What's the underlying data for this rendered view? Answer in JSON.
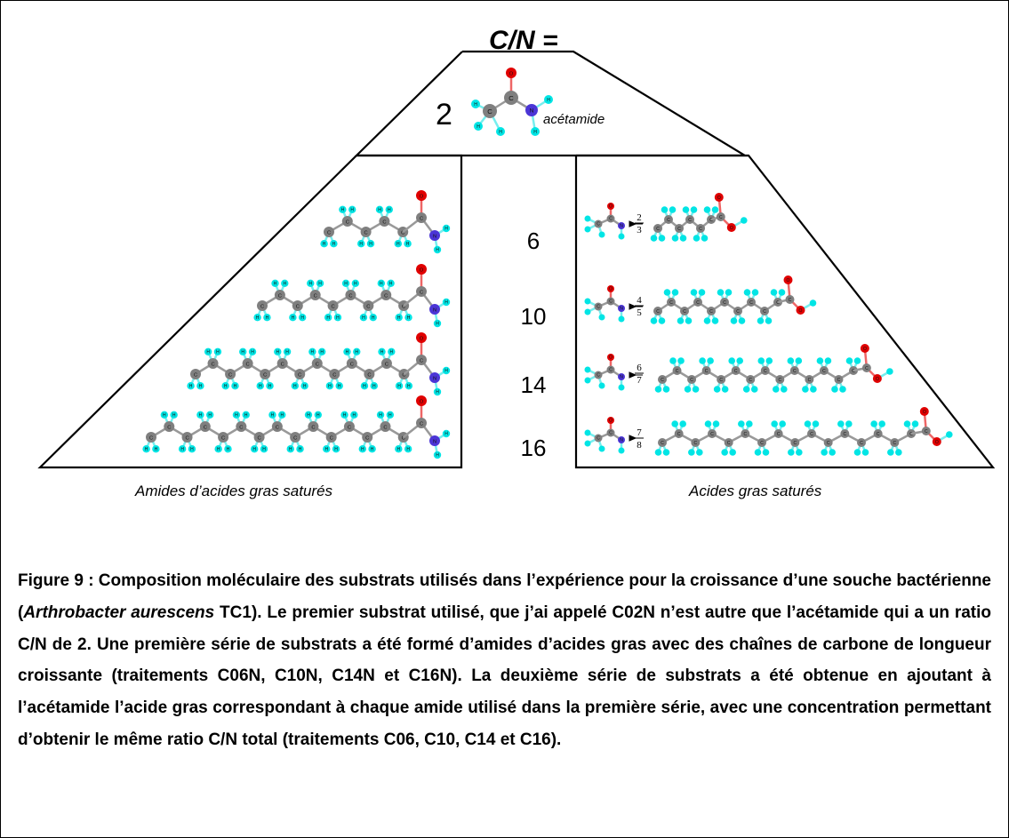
{
  "header": {
    "ratio_label": "C/N ="
  },
  "apex": {
    "ratio": "2",
    "molecule_label": "acétamide"
  },
  "rows": [
    {
      "ratio": "6",
      "fraction_num": "2",
      "fraction_den": "3"
    },
    {
      "ratio": "10",
      "fraction_num": "4",
      "fraction_den": "5"
    },
    {
      "ratio": "14",
      "fraction_num": "6",
      "fraction_den": "7"
    },
    {
      "ratio": "16",
      "fraction_num": "7",
      "fraction_den": "8"
    }
  ],
  "left_caption": "Amides d’acides gras saturés",
  "right_caption": "Acides gras saturés",
  "atom_letters": {
    "carbon": "C",
    "hydrogen": "H",
    "oxygen": "O",
    "nitrogen": "N"
  },
  "colors": {
    "carbon": "#7f7f7f",
    "hydrogen": "#00e5e5",
    "oxygen": "#e00000",
    "nitrogen": "#4b35d6",
    "line": "#000000"
  },
  "caption": {
    "before_italic": "Figure 9 : Composition moléculaire des substrats utilisés dans l’expérience pour la croissance d’une souche bactérienne (",
    "italic": "Arthrobacter aurescens",
    "after_italic": " TC1). Le premier substrat utilisé, que j’ai appelé C02N n’est autre que l’acétamide qui a un ratio C/N de 2. Une première série de substrats a été formé d’amides d’acides gras avec des chaînes de carbone de longueur croissante (traitements C06N, C10N, C14N et C16N). La deuxième série de substrats a été obtenue en ajoutant à l’acétamide l’acide gras correspondant à chaque amide utilisé dans la première série, avec une concentration permettant d’obtenir le même ratio C/N total (traitements C06, C10, C14 et C16)."
  }
}
